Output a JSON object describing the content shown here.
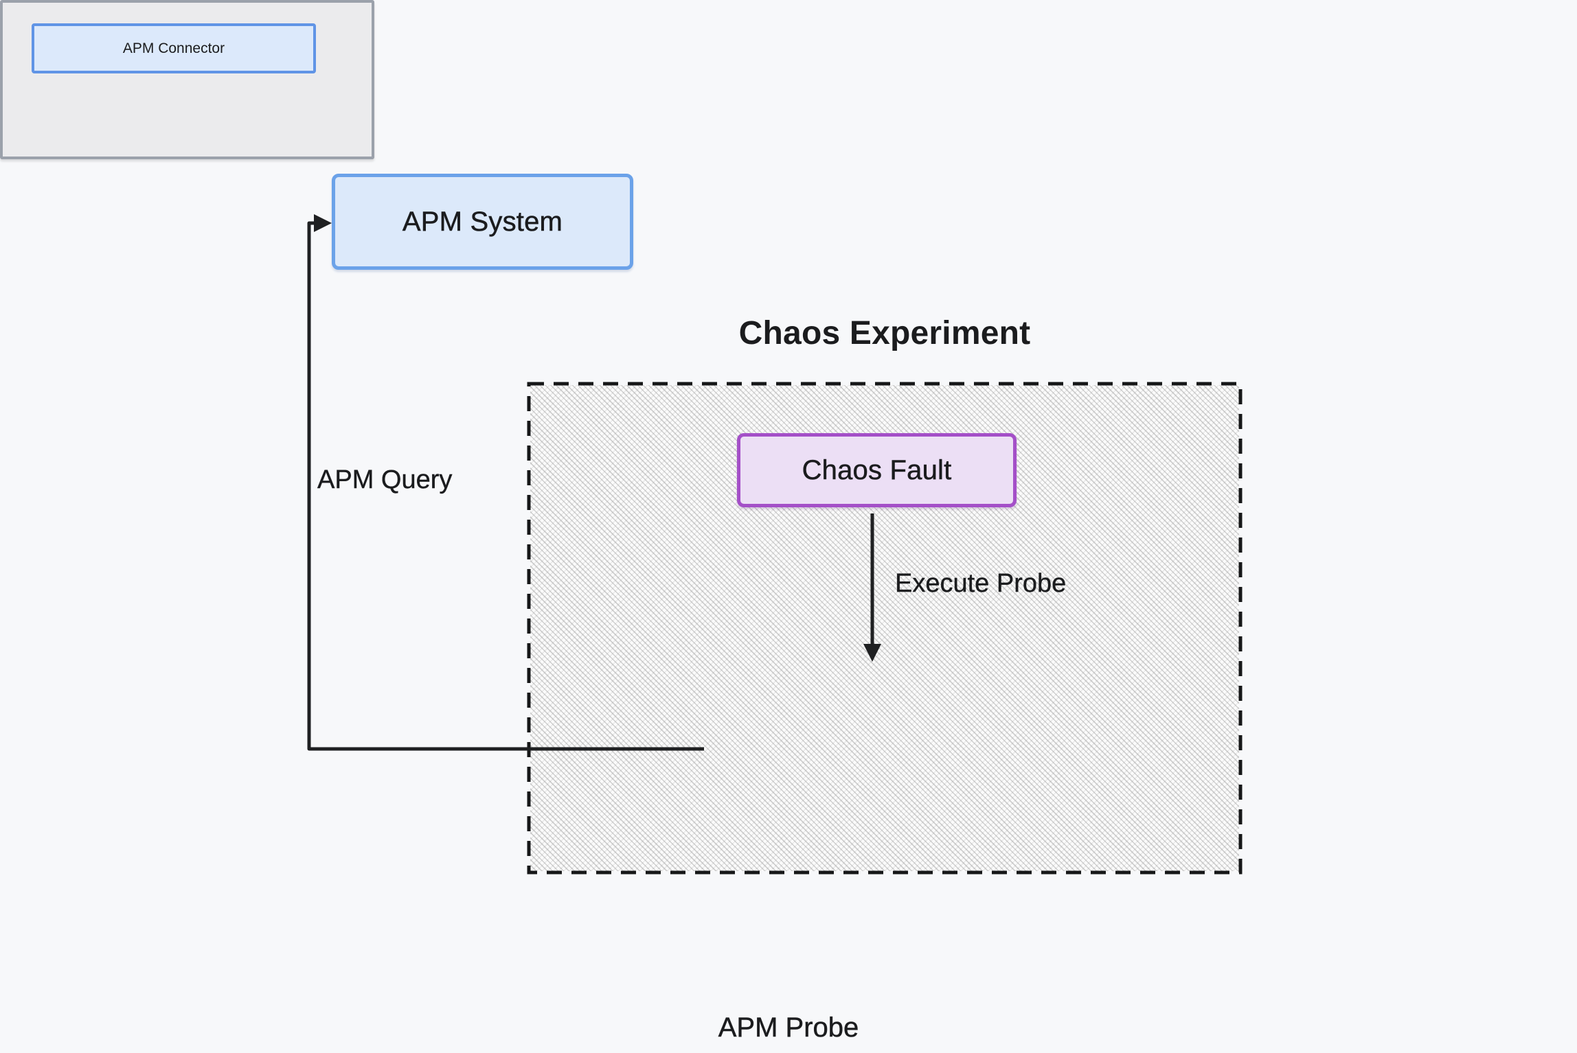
{
  "diagram": {
    "title": "Chaos Experiment",
    "nodes": {
      "apm_system": {
        "label": "APM System"
      },
      "chaos_fault": {
        "label": "Chaos Fault"
      },
      "apm_probe": {
        "label": "APM Probe"
      },
      "apm_connector": {
        "label": "APM Connector"
      }
    },
    "edges": {
      "apm_query": {
        "label": "APM Query",
        "from": "APM Connector",
        "to": "APM System"
      },
      "execute_probe": {
        "label": "Execute Probe",
        "from": "Chaos Fault",
        "to": "APM Probe"
      }
    },
    "colors": {
      "background": "#f7f8fa",
      "blue_fill": "#dce9fa",
      "blue_border": "#6ba2e9",
      "purple_fill": "#ecdff5",
      "purple_border": "#a44fc8",
      "gray_fill": "#ebebed",
      "gray_border": "#9ba1ab",
      "hatch_dot": "#c9c9c9",
      "dashed_border": "#161718",
      "line": "#1f2022",
      "text": "#1b1c1e"
    }
  }
}
